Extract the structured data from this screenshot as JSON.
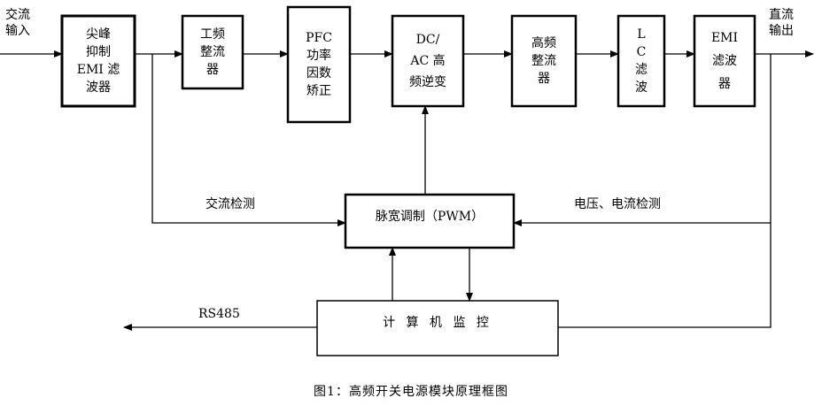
{
  "input_label": [
    "交流",
    "输入"
  ],
  "output_label": [
    "直流",
    "输出"
  ],
  "blocks": {
    "emi_in": [
      "尖峰",
      "抑制",
      "EMI 滤",
      "波器"
    ],
    "line_rect": [
      "工频",
      "整流",
      "器"
    ],
    "pfc": [
      "PFC",
      "功率",
      "因数",
      "矫正"
    ],
    "inverter": [
      "DC/",
      "AC 高",
      "频逆变"
    ],
    "hf_rect": [
      "高频",
      "整流",
      "器"
    ],
    "lc": [
      "L",
      "C",
      "滤",
      "波"
    ],
    "emi_out": [
      "EMI",
      "滤波",
      "器"
    ],
    "pwm": "脉宽调制（PWM）",
    "monitor": "计 算 机 监 控"
  },
  "labels": {
    "ac_detect": "交流检测",
    "vi_detect": "电压、电流检测",
    "rs485": "RS485"
  },
  "caption": "图1：高频开关电源模块原理框图"
}
